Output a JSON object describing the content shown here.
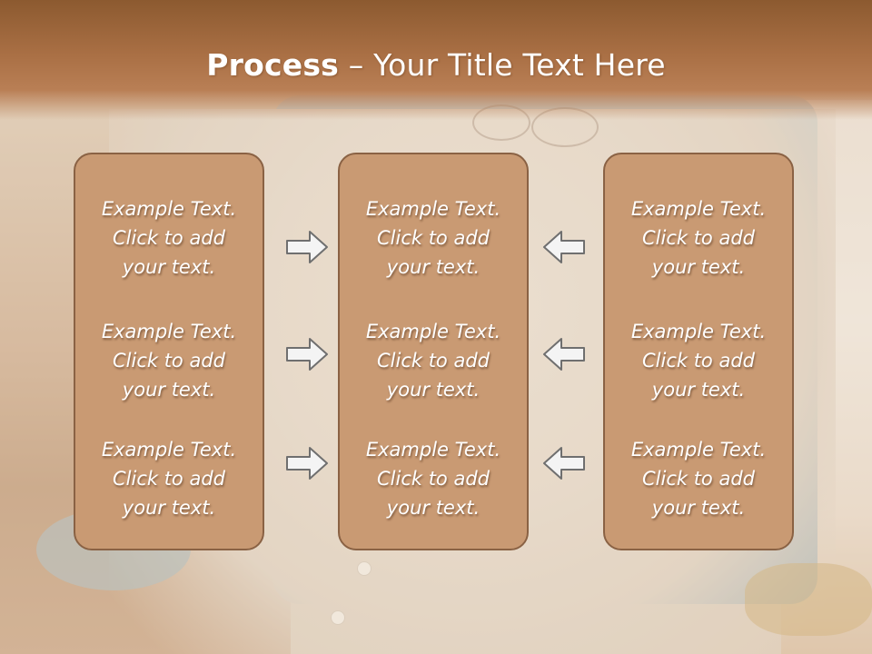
{
  "title": {
    "bold": "Process",
    "rest": " – Your Title Text Here"
  },
  "columns": [
    {
      "items": [
        [
          "Example Text.",
          "Click  to add",
          "your text."
        ],
        [
          "Example Text.",
          "Click  to add",
          "your text."
        ],
        [
          "Example Text.",
          "Click  to add",
          "your text."
        ]
      ]
    },
    {
      "items": [
        [
          "Example Text.",
          "Click  to add",
          "your text."
        ],
        [
          "Example Text.",
          "Click  to add",
          "your text."
        ],
        [
          "Example Text.",
          "Click  to add",
          "your text."
        ]
      ]
    },
    {
      "items": [
        [
          "Example Text.",
          "Click  to add",
          "your text."
        ],
        [
          "Example Text.",
          "Click  to add",
          "your text."
        ],
        [
          "Example Text.",
          "Click  to add",
          "your text."
        ]
      ]
    }
  ],
  "arrows": {
    "left_group": [
      "arrow-right-icon",
      "arrow-right-icon",
      "arrow-right-icon"
    ],
    "right_group": [
      "arrow-left-icon",
      "arrow-left-icon",
      "arrow-left-icon"
    ]
  },
  "colors": {
    "title_band": "#8c5a30",
    "box_fill": "#c99a73",
    "box_border": "#8a6244",
    "text": "#ffffff"
  }
}
